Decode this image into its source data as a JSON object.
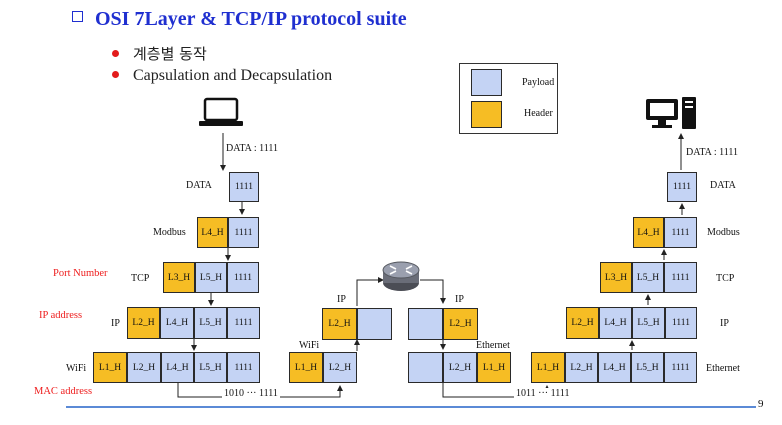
{
  "title": "OSI 7Layer & TCP/IP protocol suite",
  "bullets": [
    "계층별 동작",
    "Capsulation and Decapsulation"
  ],
  "legend": {
    "payload": "Payload",
    "header": "Header"
  },
  "colors": {
    "payload": "#c4d3f4",
    "header": "#f6bd24",
    "title": "#1f2fd0",
    "annotation": "#ee1c1c"
  },
  "icons": {
    "sender": "laptop-icon",
    "router": "router-icon",
    "receiver": "desktop-computer-icon"
  },
  "side_labels": [
    "Port Number",
    "IP address",
    "MAC address"
  ],
  "sender": {
    "data_arrow": "DATA : 1111",
    "rows": {
      "data": {
        "label": "DATA",
        "cells": [
          "1111"
        ]
      },
      "modbus": {
        "label": "Modbus",
        "cells": [
          "L4_H",
          "1111"
        ]
      },
      "tcp": {
        "label": "TCP",
        "cells": [
          "L3_H",
          "L5_H",
          "1111"
        ]
      },
      "ip": {
        "label": "IP",
        "cells": [
          "L2_H",
          "L4_H",
          "L5_H",
          "1111"
        ]
      },
      "wifi": {
        "label": "WiFi",
        "cells": [
          "L1_H",
          "L2_H",
          "L4_H",
          "L5_H",
          "1111"
        ]
      }
    }
  },
  "router": {
    "left_ip_label": "IP",
    "left_ip_cells": [
      "L2_H",
      ""
    ],
    "left_link_label": "WiFi",
    "left_link_cells": [
      "L1_H",
      "L2_H"
    ],
    "right_ip_label": "IP",
    "right_ip_cells": [
      "",
      "L2_H"
    ],
    "right_link_label": "Ethernet",
    "right_link_cells": [
      "",
      "L2_H",
      "L1_H"
    ]
  },
  "links": {
    "left": "1010 ··· 1111",
    "right": "1011 ··· 1111"
  },
  "receiver": {
    "data_arrow": "DATA : 1111",
    "rows": {
      "data": {
        "label": "DATA",
        "cells": [
          "1111"
        ]
      },
      "modbus": {
        "label": "Modbus",
        "cells": [
          "L4_H",
          "1111"
        ]
      },
      "tcp": {
        "label": "TCP",
        "cells": [
          "L3_H",
          "L5_H",
          "1111"
        ]
      },
      "ip": {
        "label": "IP",
        "cells": [
          "L2_H",
          "L4_H",
          "L5_H",
          "1111"
        ]
      },
      "ethernet": {
        "label": "Ethernet",
        "cells": [
          "L1_H",
          "L2_H",
          "L4_H",
          "L5_H",
          "1111"
        ]
      }
    }
  },
  "page_number": "9"
}
